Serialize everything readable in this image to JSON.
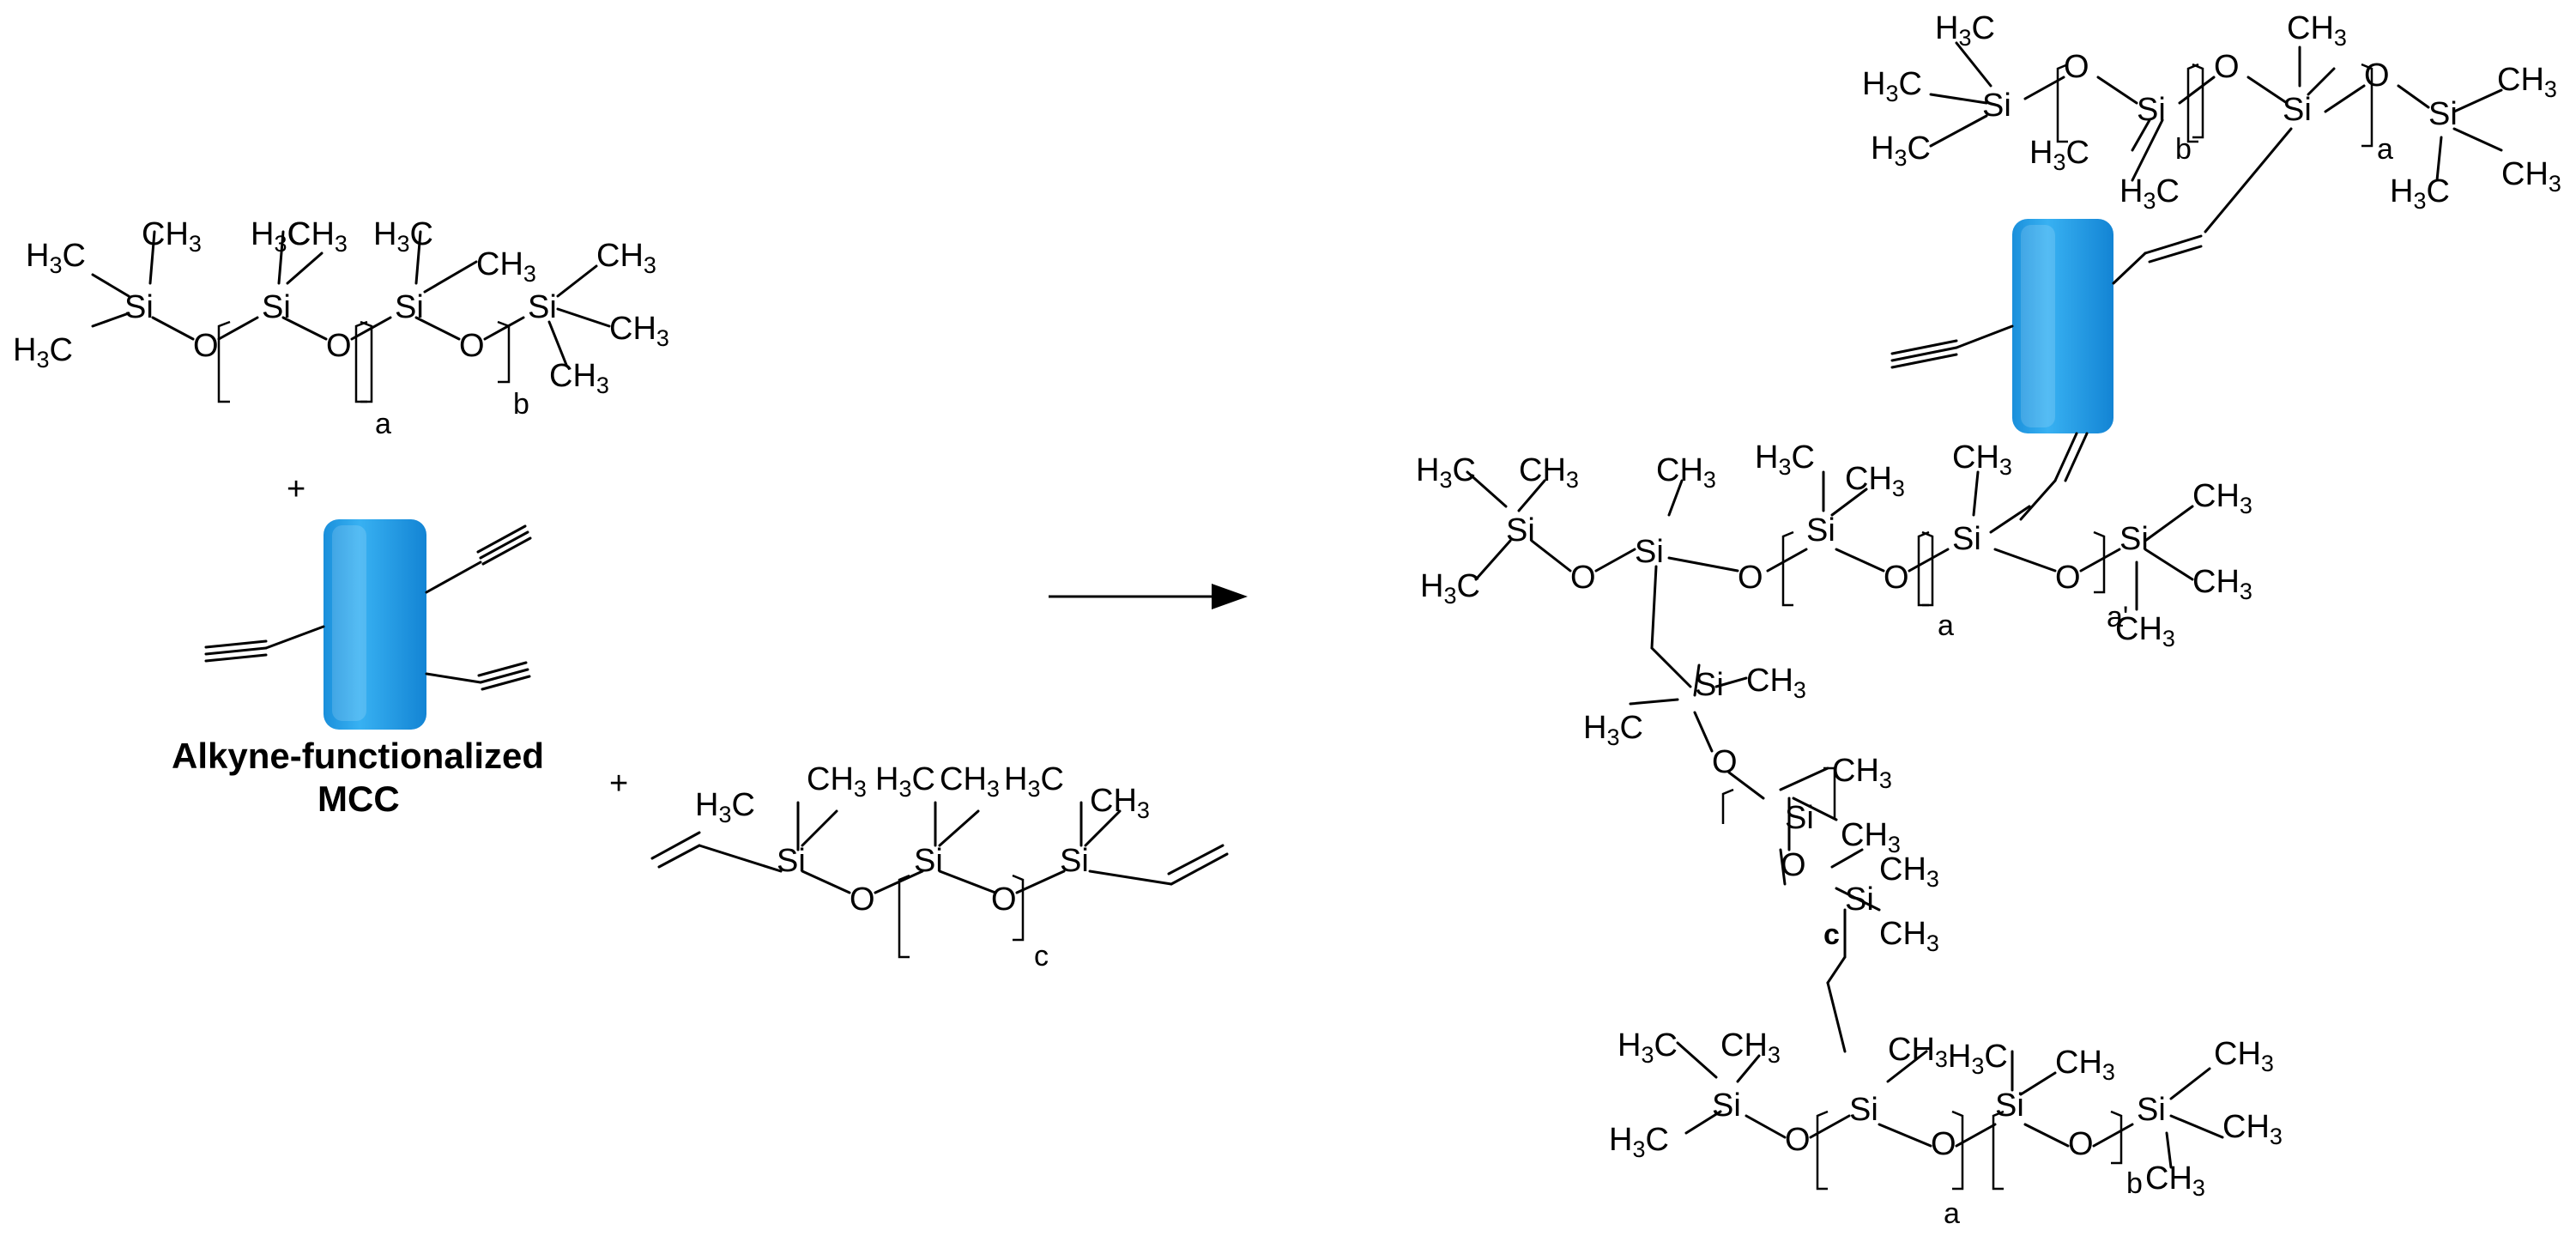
{
  "labels": {
    "Si": "Si",
    "O": "O",
    "H3C": "H3C",
    "CH3": "CH3",
    "plus": "+",
    "mcc_line1": "Alkyne-functionalized",
    "mcc_line2": "MCC",
    "a": "a",
    "b": "b",
    "c": "c",
    "a_prime": "a'"
  },
  "colors": {
    "mcc_block_top": "#5cc6f7",
    "mcc_block_mid": "#1f9ae6",
    "mcc_block_bottom": "#0f7fd0",
    "ink": "#000000"
  },
  "icons": {
    "mcc_block": "rounded-rectangle-gradient",
    "reaction_arrow": "right-arrow"
  }
}
